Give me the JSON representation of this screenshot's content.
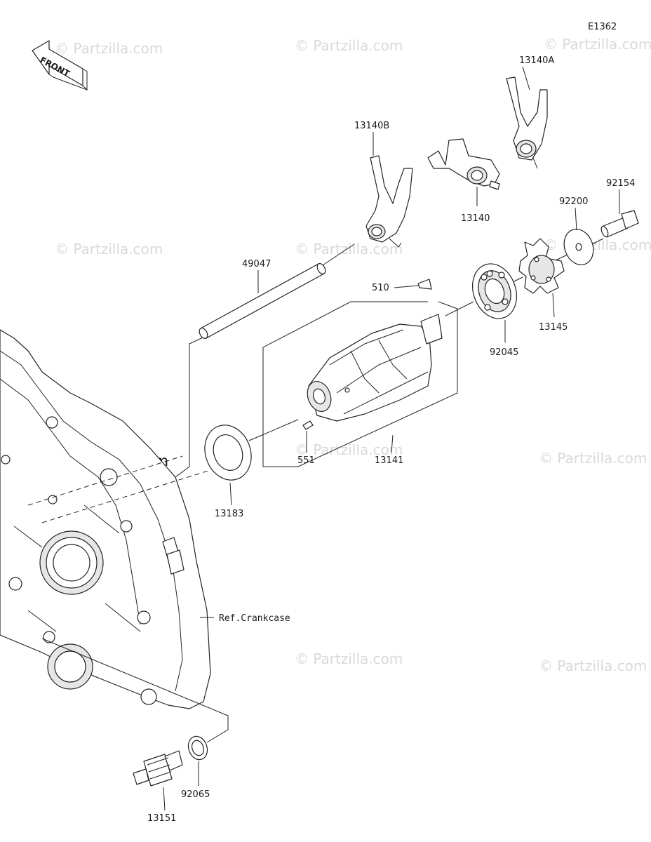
{
  "diagram": {
    "code": "E1362",
    "front_label": "FRONT",
    "watermark": "© Partzilla.com",
    "reference": "Ref.Crankcase",
    "parts": [
      {
        "id": "13140A"
      },
      {
        "id": "13140B"
      },
      {
        "id": "13140"
      },
      {
        "id": "92154"
      },
      {
        "id": "92200"
      },
      {
        "id": "49047"
      },
      {
        "id": "510"
      },
      {
        "id": "13145"
      },
      {
        "id": "92045"
      },
      {
        "id": "551"
      },
      {
        "id": "13141"
      },
      {
        "id": "13183"
      },
      {
        "id": "92065"
      },
      {
        "id": "13151"
      }
    ]
  }
}
